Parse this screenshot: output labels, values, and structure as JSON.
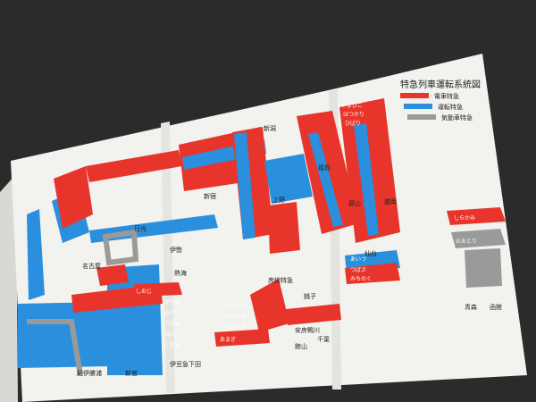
{
  "colors": {
    "red": "#e8352c",
    "blue": "#2a8fdd",
    "gray": "#9a9a9a",
    "paper": "#f2f2ee",
    "backdrop": "#2b2b2b"
  },
  "legend": {
    "title": "特急列車運転系統図",
    "items": [
      {
        "label": "電車特急",
        "color": "#e8352c"
      },
      {
        "label": "運転特急",
        "color": "#2a8fdd"
      },
      {
        "label": "気動車特急",
        "color": "#9a9a9a"
      }
    ]
  },
  "stations": {
    "top_center": "新潟",
    "center": "新宿",
    "center_right": "上野",
    "left_hub": "名古屋",
    "mid_left": "日光",
    "mid_left_2": "伊勢",
    "lower_left_a": "熱海",
    "lower_left_b": "伊豆急下田",
    "lower_center_a": "房総特急",
    "lower_center_b": "銚子",
    "lower_center_c": "安房鴨川",
    "lower_center_d": "館山",
    "lower_center_e": "千葉",
    "bottom_left_a": "紀伊勝浦",
    "bottom_left_b": "新宮",
    "right_a": "盛岡",
    "right_b": "仙台",
    "right_c": "福島",
    "right_d": "郡山",
    "far_right_a": "青森",
    "far_right_b": "函館"
  },
  "train_labels": {
    "top_right_1": "やまびこ",
    "top_right_2": "はつかり",
    "top_right_3": "ひばり",
    "mid_right_1": "あいづ",
    "mid_right_2": "つばさ",
    "mid_right_3": "みちのく",
    "lower_left_1": "しおじ",
    "lower_left_2": "かもめ",
    "lower_left_3": "みどり",
    "lower_left_4": "つばめ",
    "lower_left_5": "はと",
    "lower_left_6": "こだま",
    "lower_center_1": "しおさい",
    "lower_center_2": "わかしお",
    "lower_center_3": "さざなみ",
    "lower_center_4": "あまぎ",
    "far_right_1": "しらかみ",
    "far_right_2": "おおとり"
  }
}
